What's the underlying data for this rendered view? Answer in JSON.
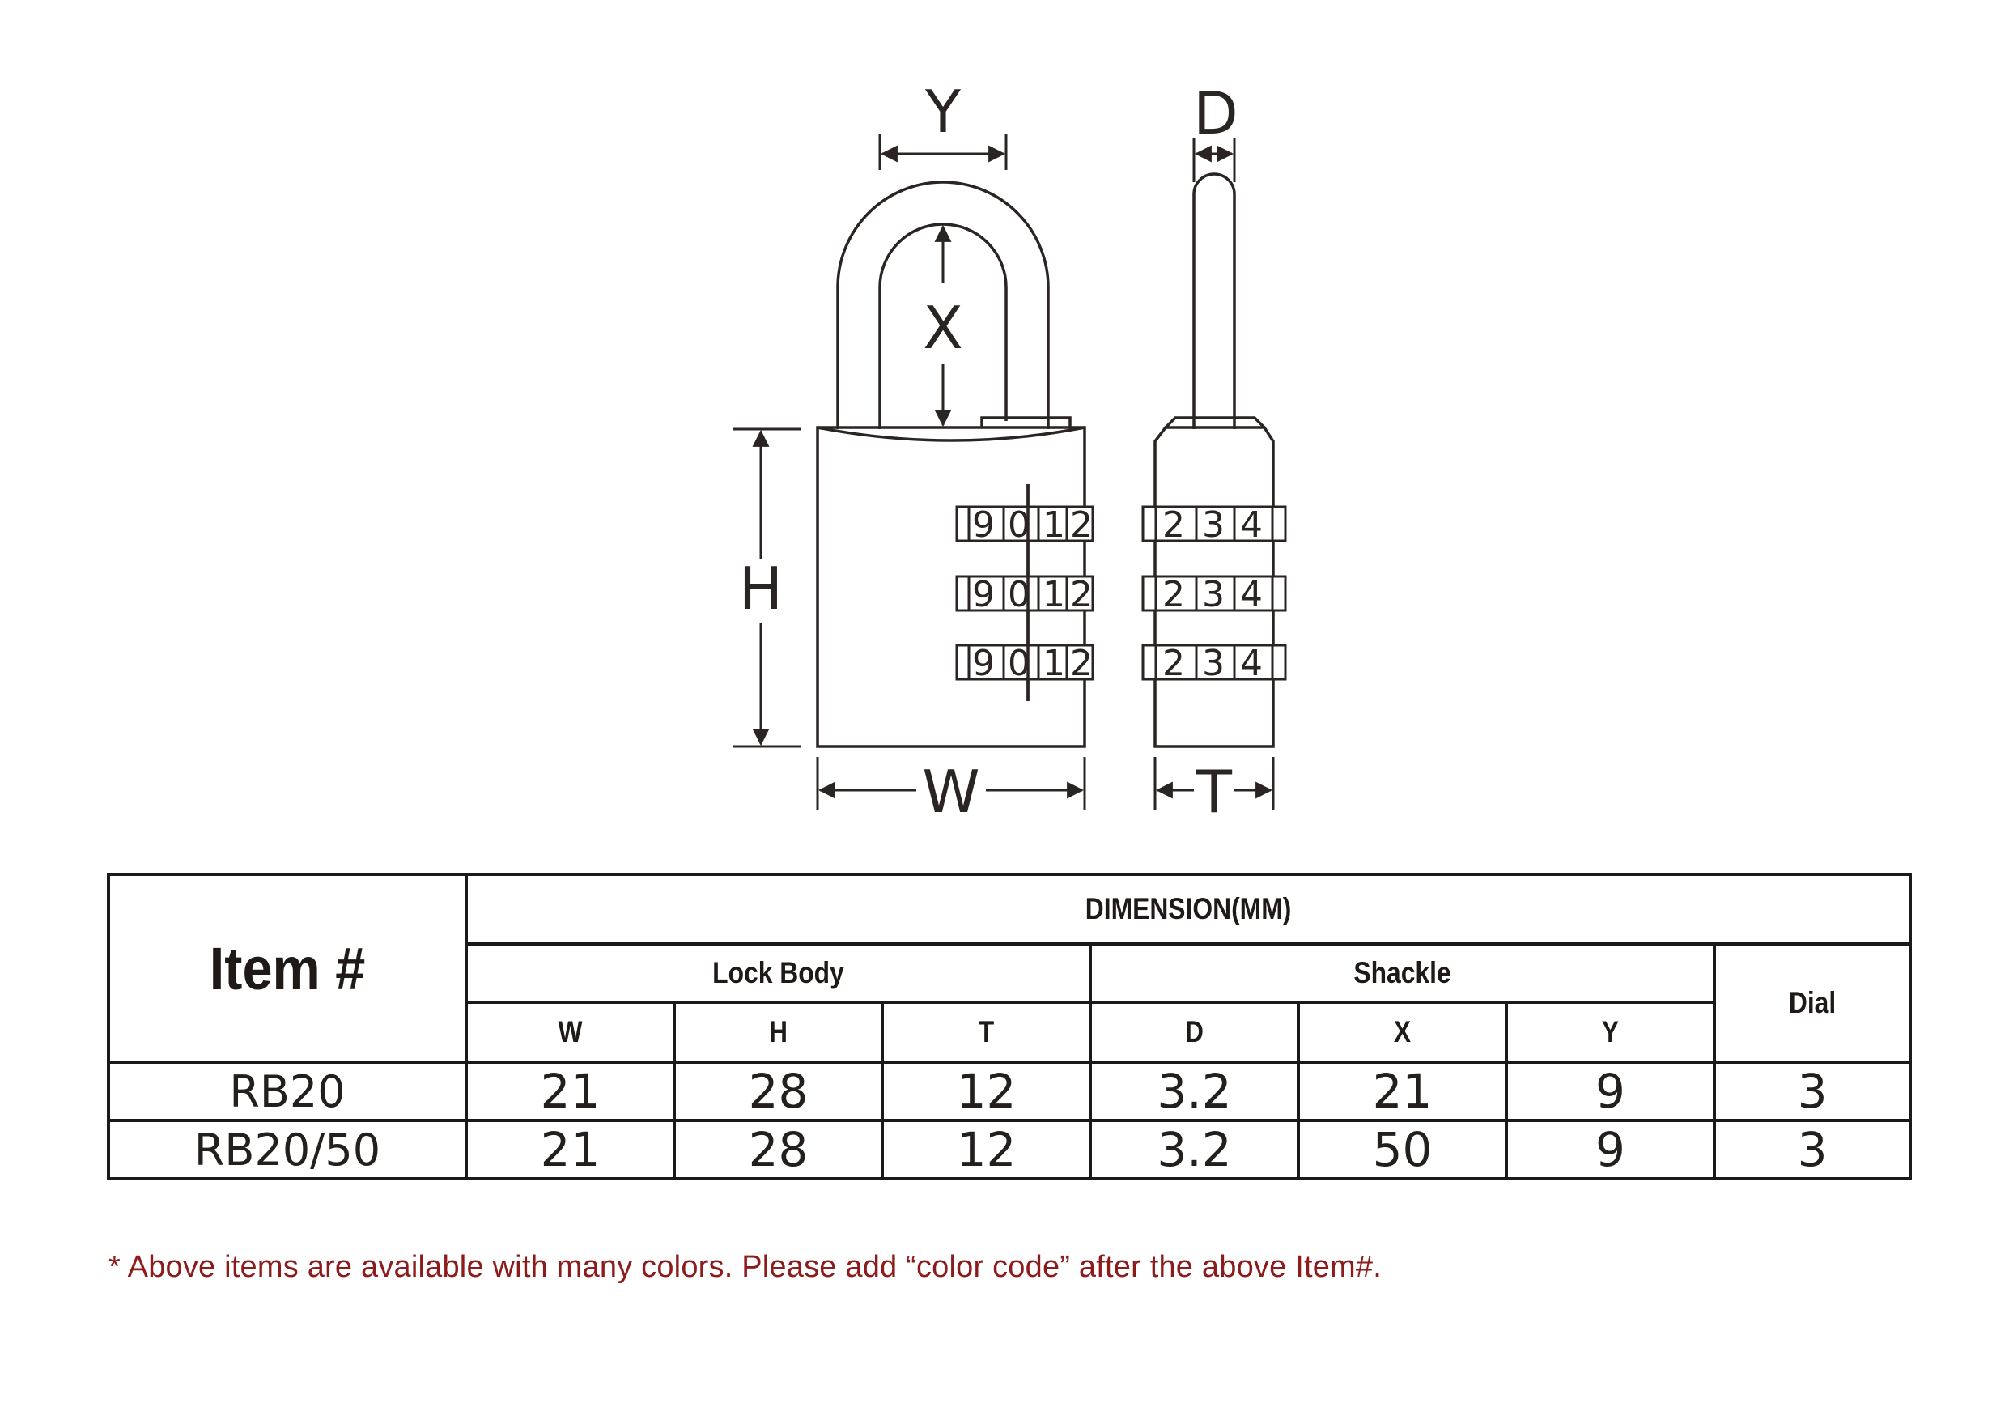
{
  "diagram": {
    "labels": {
      "y": "Y",
      "x": "X",
      "h": "H",
      "w": "W",
      "d": "D",
      "t": "T"
    },
    "front_dial_digits": [
      "9",
      "0",
      "1",
      "2"
    ],
    "side_dial_digits": [
      "2",
      "3",
      "4"
    ]
  },
  "table": {
    "item_header": "Item #",
    "dimension_header": "DIMENSION(MM)",
    "lock_body_header": "Lock Body",
    "shackle_header": "Shackle",
    "dial_header": "Dial",
    "columns": [
      "W",
      "H",
      "T",
      "D",
      "X",
      "Y"
    ],
    "rows": [
      {
        "item": "RB20",
        "values": [
          "21",
          "28",
          "12",
          "3.2",
          "21",
          "9"
        ],
        "dial": "3"
      },
      {
        "item": "RB20/50",
        "values": [
          "21",
          "28",
          "12",
          "3.2",
          "50",
          "9"
        ],
        "dial": "3"
      }
    ]
  },
  "footnote": "*  Above items are available with many colors. Please add “color code” after the above Item#.",
  "colors": {
    "line": "#2a2422",
    "footnote": "#8c1c1c"
  }
}
